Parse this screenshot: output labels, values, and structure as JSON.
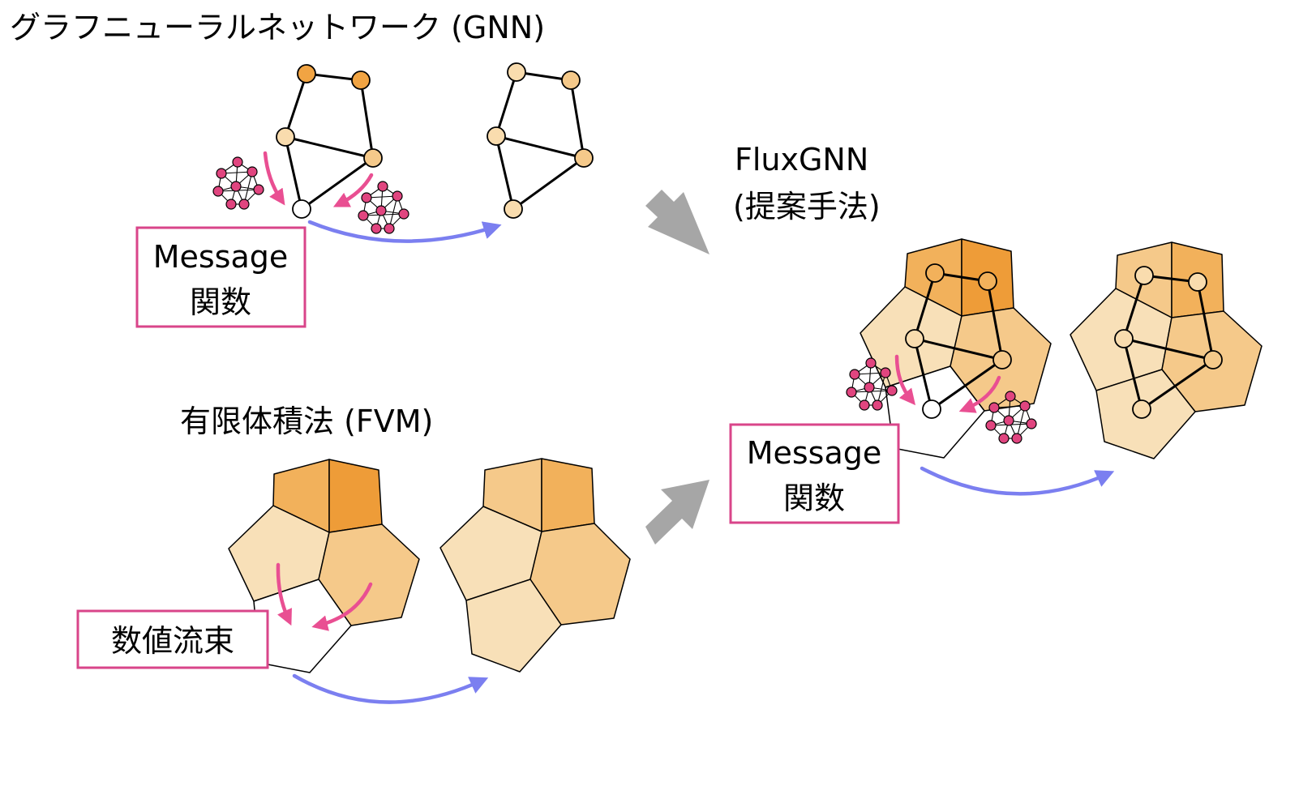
{
  "titles": {
    "gnn": "グラフニューラルネットワーク (GNN)",
    "fvm": "有限体積法 (FVM)",
    "flux_line1": "FluxGNN",
    "flux_line2": "(提案手法)"
  },
  "labels": {
    "gnn_box_line1": "Message",
    "gnn_box_line2": "関数",
    "fvm_box": "数値流束",
    "flux_box_line1": "Message",
    "flux_box_line2": "関数"
  },
  "colors": {
    "node_dark": "#f1a443",
    "node_light": "#f9dcae",
    "cell_dark": "#ee9c38",
    "cell_medium": "#f2b15b",
    "cell_light_medium": "#f5c98a",
    "cell_light": "#f8e0b8",
    "pink_arrow": "#e94f92",
    "blue_arrow": "#7b7ff0",
    "gray_arrow": "#a6a6a6",
    "box_border": "#d9458a"
  }
}
